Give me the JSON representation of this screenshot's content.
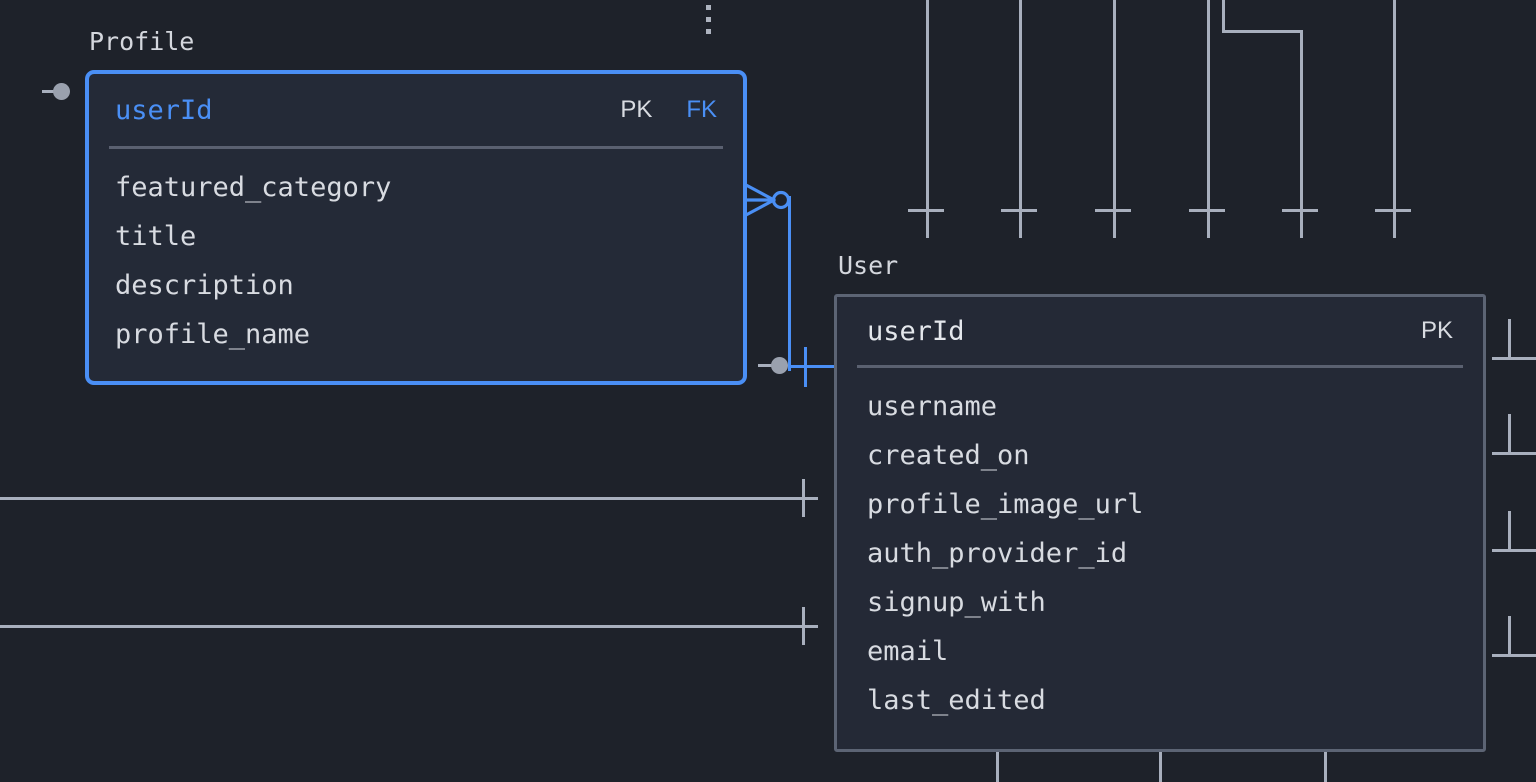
{
  "canvas": {
    "background_color": "#1e222a",
    "accent_color": "#4a8ff5",
    "line_color": "#a8afbd",
    "text_color": "#d8dbe1"
  },
  "menu": {
    "name": "table-options-menu",
    "icon": "three-dot-vertical-icon"
  },
  "tables": [
    {
      "id": "profile",
      "title": "Profile",
      "selected": true,
      "primary_key": {
        "name": "userId",
        "badges": [
          "PK",
          "FK"
        ]
      },
      "fields": [
        "featured_category",
        "title",
        "description",
        "profile_name"
      ]
    },
    {
      "id": "user",
      "title": "User",
      "selected": false,
      "primary_key": {
        "name": "userId",
        "badges": [
          "PK"
        ]
      },
      "fields": [
        "username",
        "created_on",
        "profile_image_url",
        "auth_provider_id",
        "signup_with",
        "email",
        "last_edited"
      ]
    }
  ],
  "relationships": [
    {
      "id": "profile-to-user",
      "from_table": "Profile",
      "to_table": "User",
      "from_cardinality": "zero-or-many",
      "to_cardinality": "one",
      "highlighted": true
    }
  ],
  "badges": {
    "pk": "PK",
    "fk": "FK"
  }
}
